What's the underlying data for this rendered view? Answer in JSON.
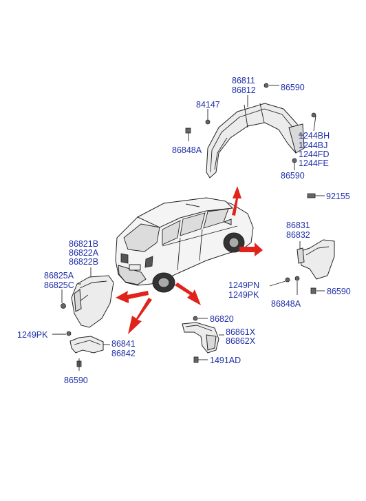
{
  "labels": {
    "p86811": "86811",
    "p86812": "86812",
    "p86590_top": "86590",
    "p84147": "84147",
    "p86848A_top": "86848A",
    "p1244BH": "1244BH",
    "p1244BJ": "1244BJ",
    "p1244FD": "1244FD",
    "p1244FE": "1244FE",
    "p86590_mid": "86590",
    "p92155": "92155",
    "p86831": "86831",
    "p86832": "86832",
    "p1249PN": "1249PN",
    "p1249PK_right": "1249PK",
    "p86848A_right": "86848A",
    "p86590_right": "86590",
    "p86821B": "86821B",
    "p86822A": "86822A",
    "p86822B": "86822B",
    "p86825A": "86825A",
    "p86825C": "86825C",
    "p1249PK_left": "1249PK",
    "p86841": "86841",
    "p86842": "86842",
    "p86590_bottom": "86590",
    "p86820": "86820",
    "p86861X": "86861X",
    "p86862X": "86862X",
    "p1491AD": "1491AD"
  },
  "colors": {
    "label": "#1f2fa8",
    "arrow": "#e0231b",
    "line": "#222222"
  }
}
